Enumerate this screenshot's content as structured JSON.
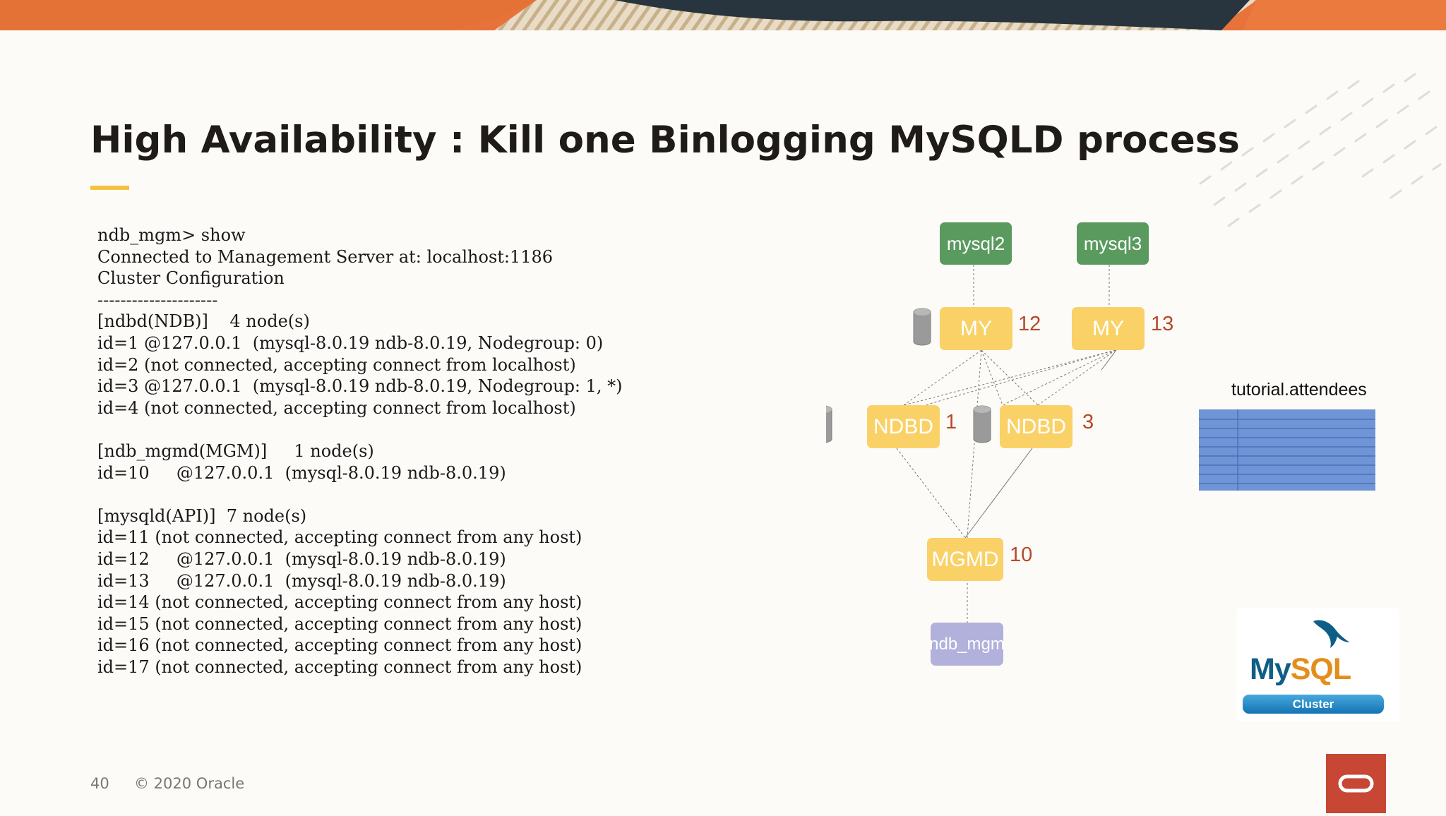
{
  "slide": {
    "title": "High Availability : Kill one Binlogging MySQLD process",
    "page_number": "40",
    "copyright": "© 2020 Oracle"
  },
  "terminal": {
    "lines": [
      "ndb_mgm> show",
      "Connected to Management Server at: localhost:1186",
      "Cluster Configuration",
      "---------------------",
      "[ndbd(NDB)]    4 node(s)",
      "id=1 @127.0.0.1  (mysql-8.0.19 ndb-8.0.19, Nodegroup: 0)",
      "id=2 (not connected, accepting connect from localhost)",
      "id=3 @127.0.0.1  (mysql-8.0.19 ndb-8.0.19, Nodegroup: 1, *)",
      "id=4 (not connected, accepting connect from localhost)",
      "",
      "[ndb_mgmd(MGM)]     1 node(s)",
      "id=10     @127.0.0.1  (mysql-8.0.19 ndb-8.0.19)",
      "",
      "[mysqld(API)]  7 node(s)",
      "id=11 (not connected, accepting connect from any host)",
      "id=12     @127.0.0.1  (mysql-8.0.19 ndb-8.0.19)",
      "id=13     @127.0.0.1  (mysql-8.0.19 ndb-8.0.19)",
      "id=14 (not connected, accepting connect from any host)",
      "id=15 (not connected, accepting connect from any host)",
      "id=16 (not connected, accepting connect from any host)",
      "id=17 (not connected, accepting connect from any host)"
    ]
  },
  "diagram": {
    "clients": [
      {
        "label": "mysql2"
      },
      {
        "label": "mysql3"
      }
    ],
    "sql_nodes": [
      {
        "label": "MY",
        "id": "12"
      },
      {
        "label": "MY",
        "id": "13"
      }
    ],
    "data_nodes": [
      {
        "label": "NDBD",
        "id": "1"
      },
      {
        "label": "NDBD",
        "id": "3"
      }
    ],
    "mgm_node": {
      "label": "MGMD",
      "id": "10"
    },
    "mgm_client": {
      "label": "ndb_mgm"
    },
    "table_label": "tutorial.attendees"
  },
  "logo": {
    "mysql_my": "My",
    "mysql_sql": "SQL",
    "cluster_badge": "Cluster"
  },
  "colors": {
    "banner_orange": "#e8733a",
    "client_green": "#5a9a5e",
    "node_yellow": "#f9d166",
    "mgm_client_purple": "#b2b1db",
    "node_id_red": "#b6492a",
    "table_blue": "#6f95d6",
    "title_accent": "#f5c142",
    "oracle_red": "#c74634"
  }
}
